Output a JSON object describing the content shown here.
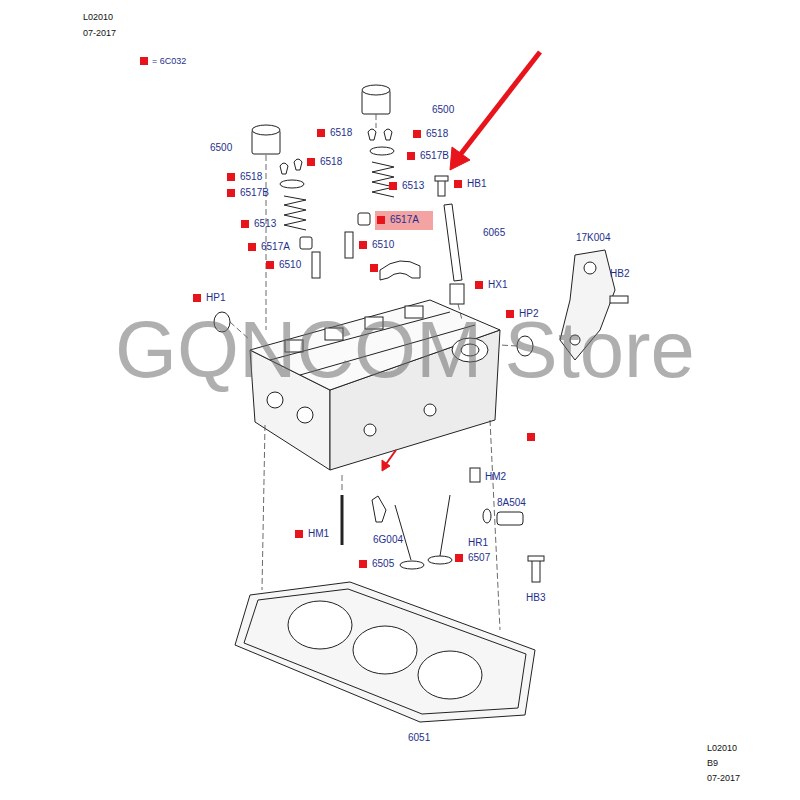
{
  "diagram": {
    "labels": [
      "L02010",
      "07-2017",
      "6500",
      "6518",
      "6518",
      "6517B",
      "6500",
      "6518",
      "6518",
      "6513",
      "HB1",
      "6517B",
      "6517A",
      "6065",
      "6513",
      "6510",
      "6517A",
      "17K004",
      "6510",
      "HX1",
      "HB2",
      "HP1",
      "HP2",
      "HM2",
      "8A504",
      "HM1",
      "6G004",
      "HR1",
      "6507",
      "6505",
      "HB3",
      "6051",
      "L02010",
      "B9",
      "07-2017",
      "GQNCOM Store"
    ],
    "legend": [
      {
        "text": "= 6C032",
        "color": "#e8141c"
      }
    ]
  }
}
